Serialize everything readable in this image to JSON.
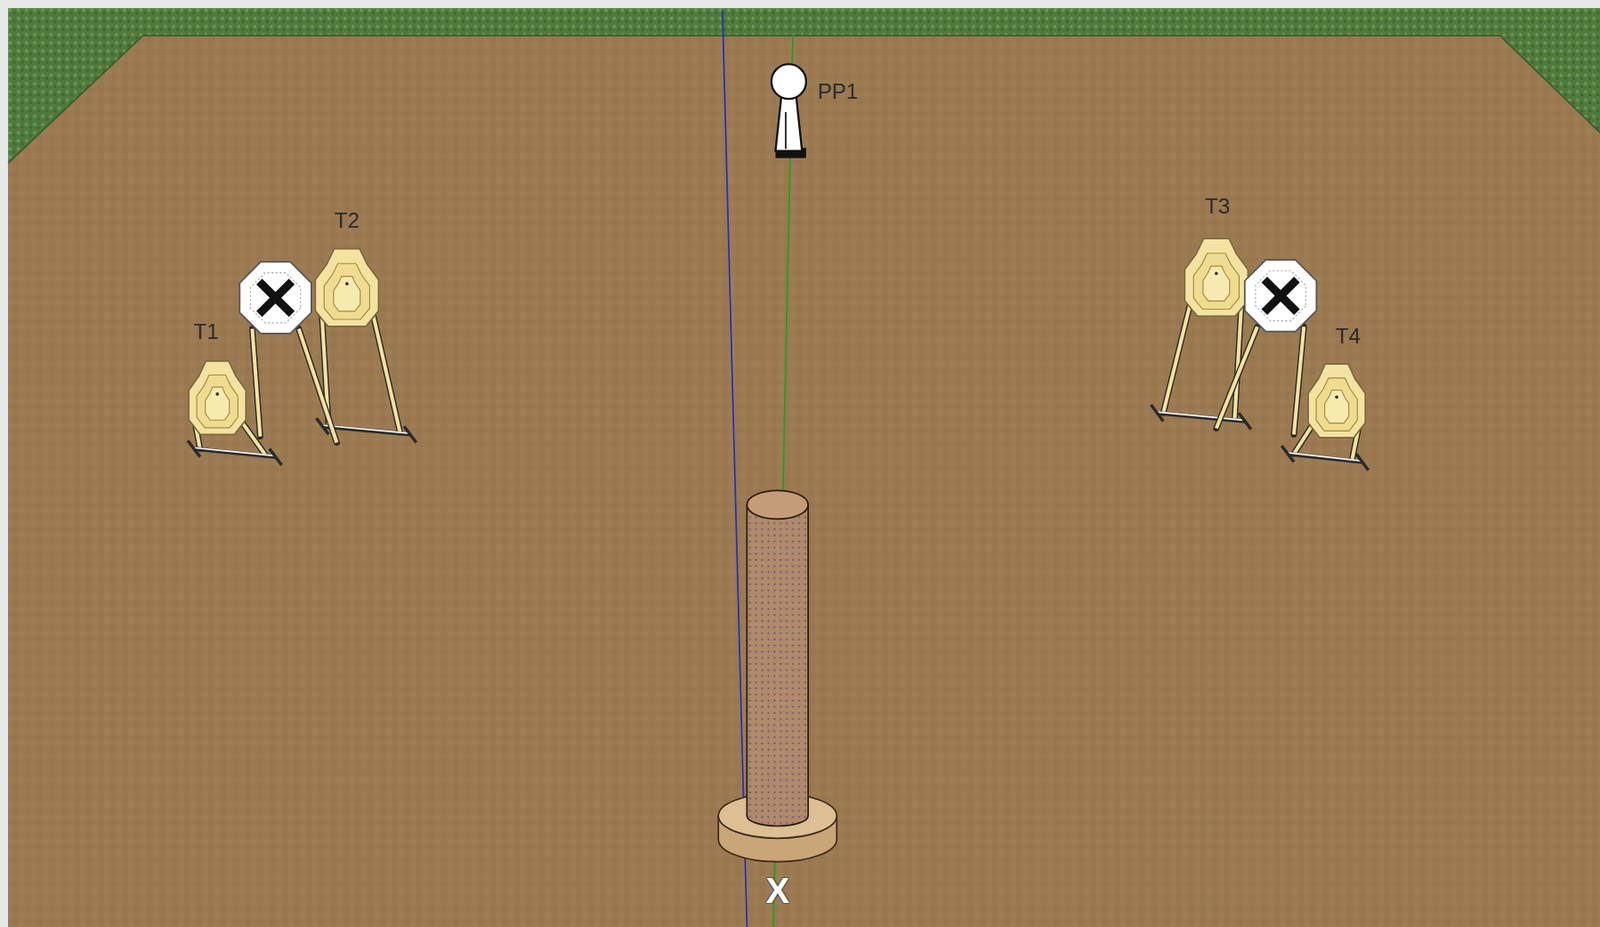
{
  "diagram": {
    "labels": [
      "PP1",
      "T1",
      "T2",
      "T3",
      "T4",
      "X"
    ]
  }
}
